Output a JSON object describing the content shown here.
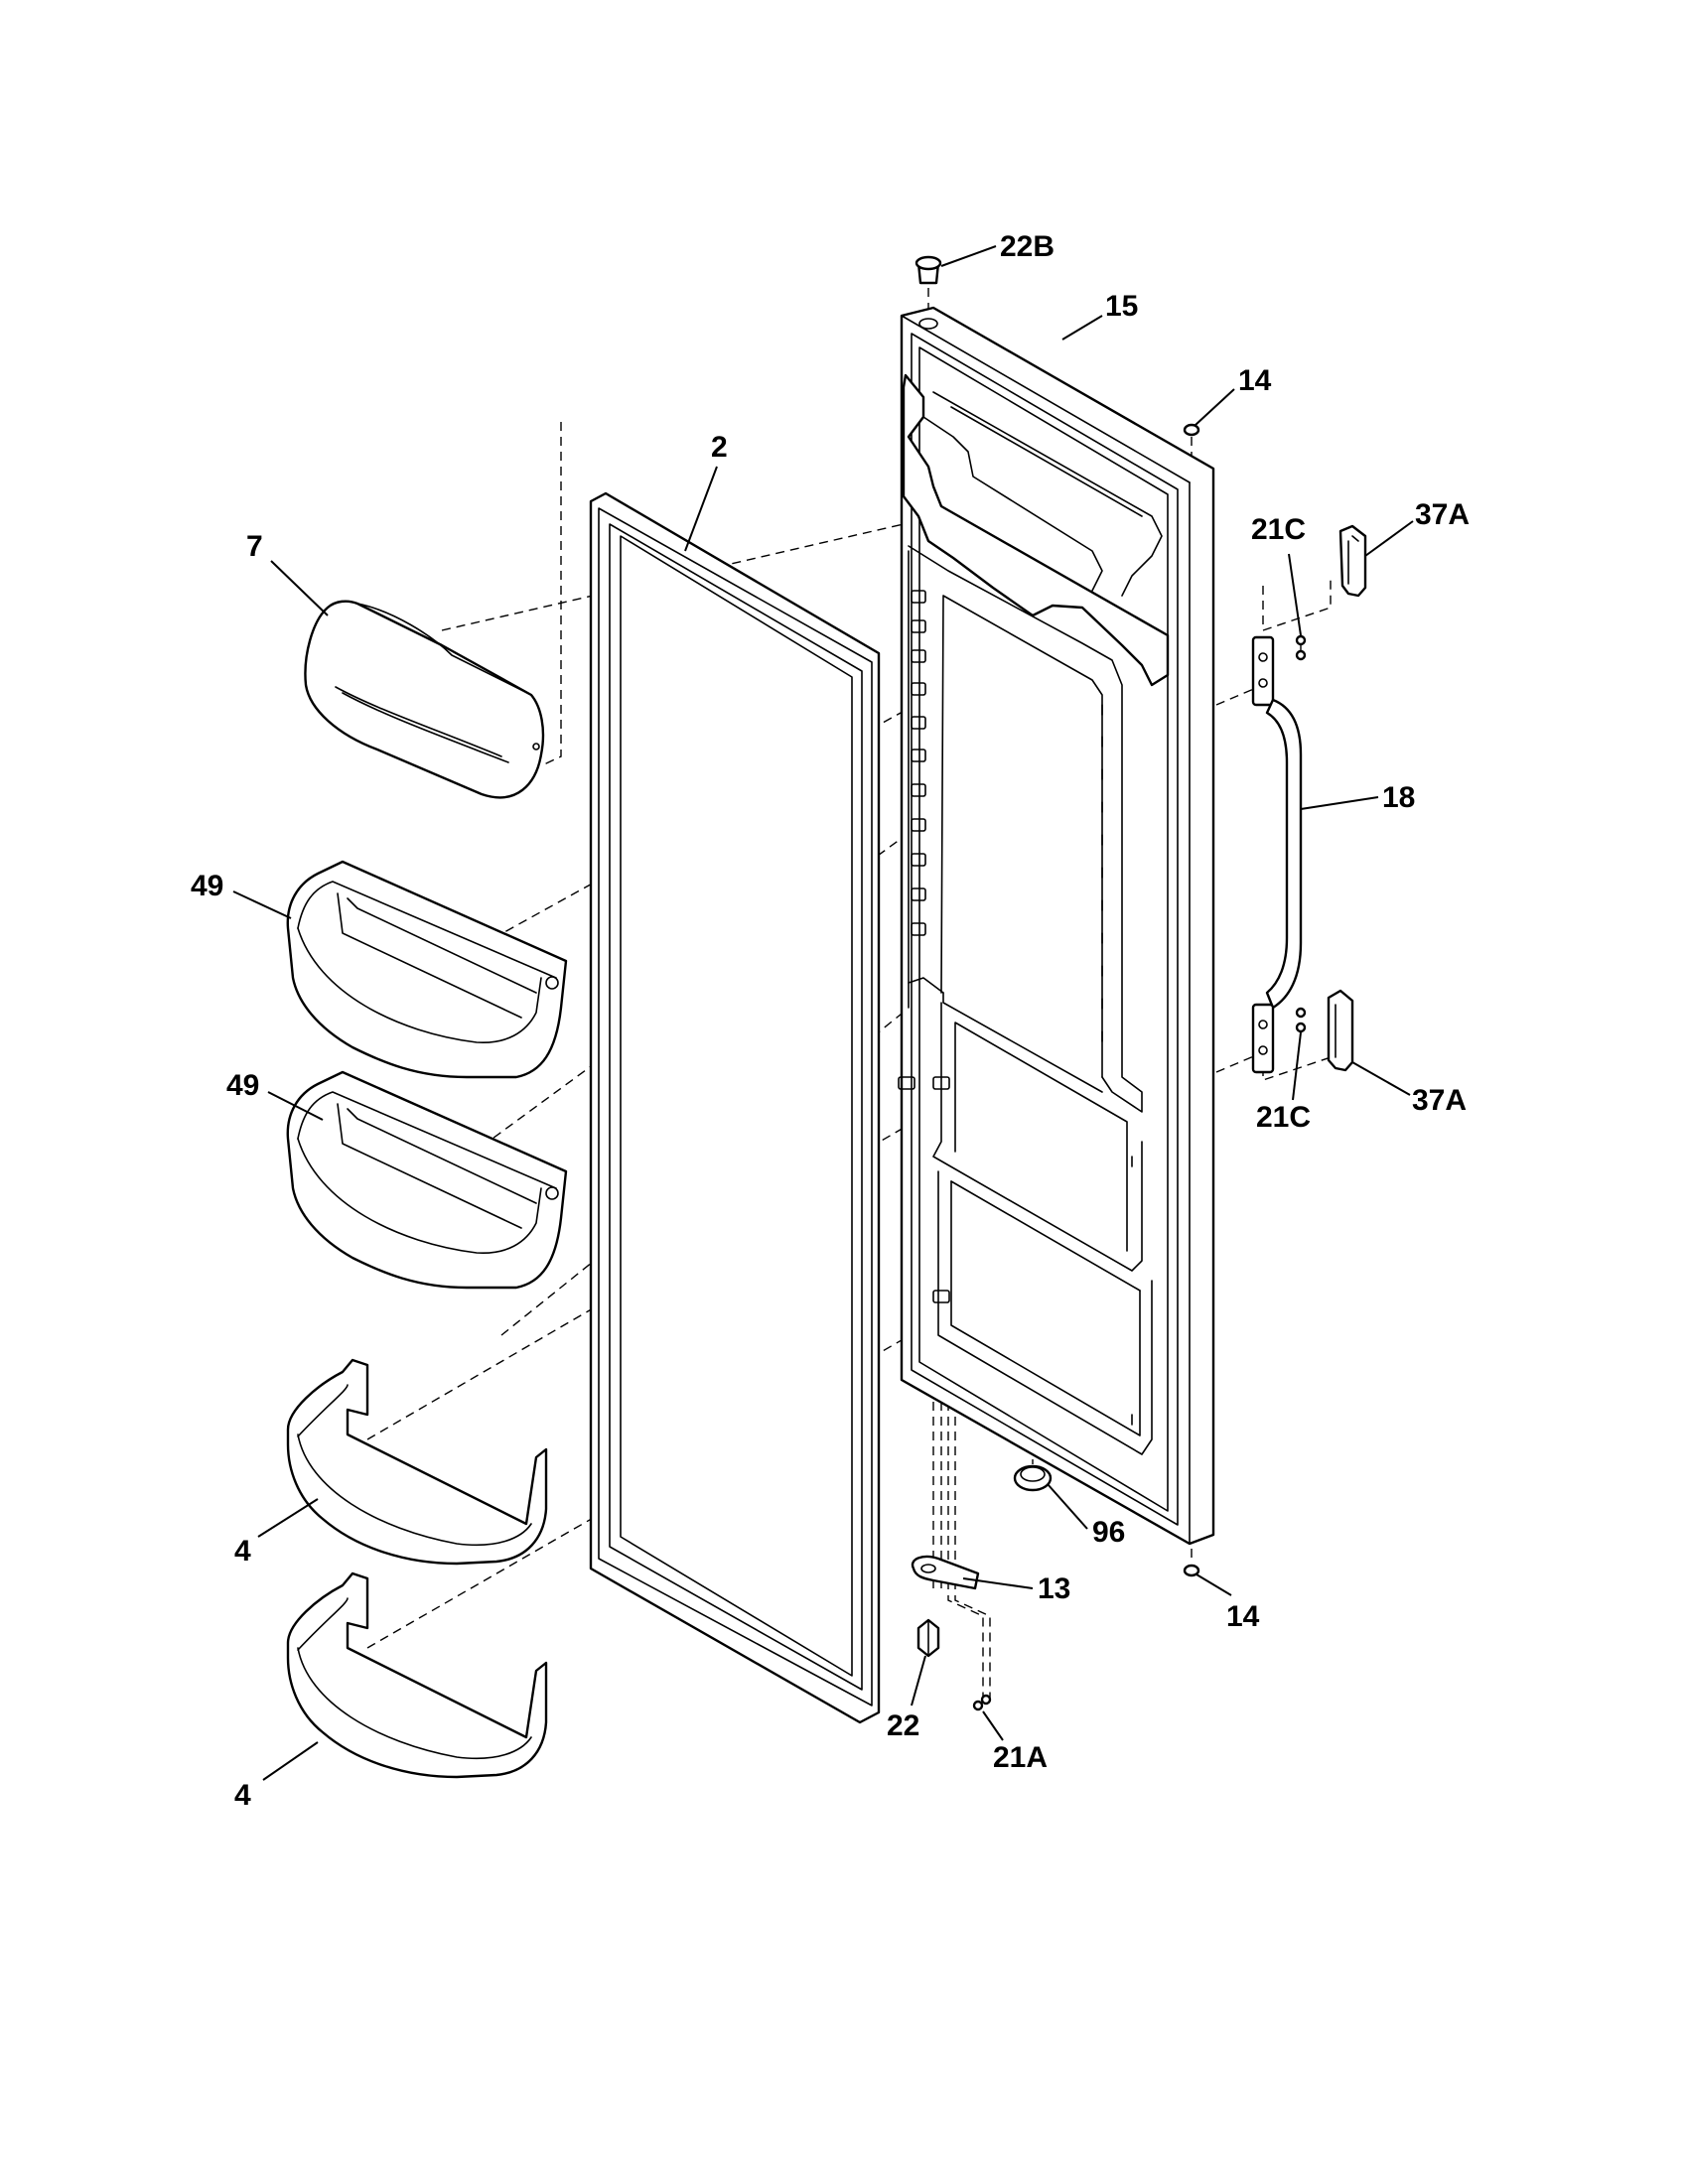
{
  "diagram": {
    "callouts": [
      {
        "id": "c-22b",
        "label": "22B"
      },
      {
        "id": "c-15",
        "label": "15"
      },
      {
        "id": "c-14-top",
        "label": "14"
      },
      {
        "id": "c-2",
        "label": "2"
      },
      {
        "id": "c-7",
        "label": "7"
      },
      {
        "id": "c-21c-top",
        "label": "21C"
      },
      {
        "id": "c-37a-top",
        "label": "37A"
      },
      {
        "id": "c-18",
        "label": "18"
      },
      {
        "id": "c-49-top",
        "label": "49"
      },
      {
        "id": "c-49-bottom",
        "label": "49"
      },
      {
        "id": "c-21c-bottom",
        "label": "21C"
      },
      {
        "id": "c-37a-bottom",
        "label": "37A"
      },
      {
        "id": "c-96",
        "label": "96"
      },
      {
        "id": "c-4-top",
        "label": "4"
      },
      {
        "id": "c-13",
        "label": "13"
      },
      {
        "id": "c-14-bottom",
        "label": "14"
      },
      {
        "id": "c-22",
        "label": "22"
      },
      {
        "id": "c-21a",
        "label": "21A"
      },
      {
        "id": "c-4-bottom",
        "label": "4"
      }
    ]
  }
}
